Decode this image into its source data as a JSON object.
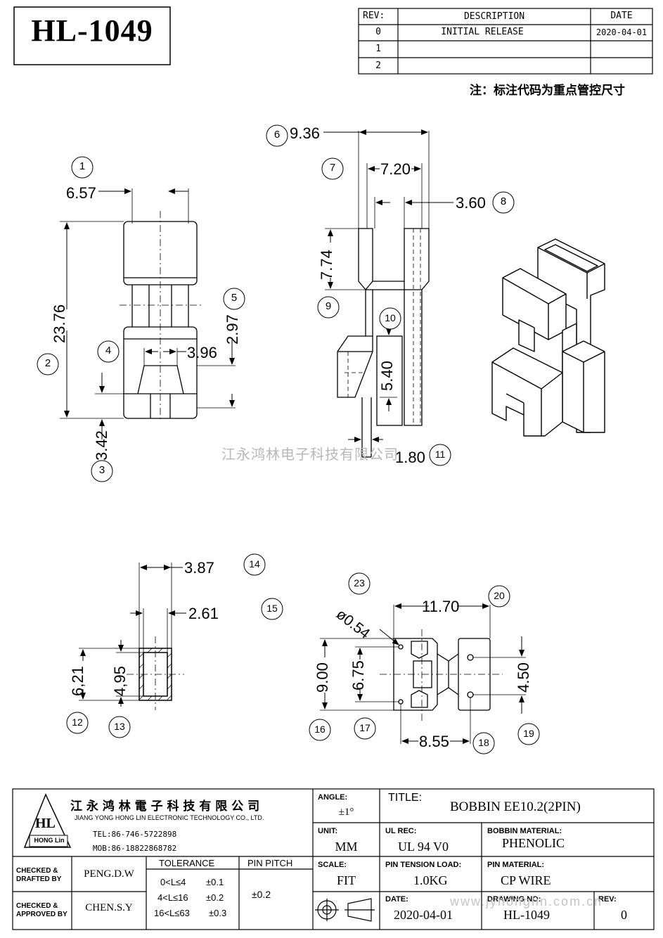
{
  "part_number": "HL-1049",
  "revision_table": {
    "headers": {
      "rev": "REV:",
      "description": "DESCRIPTION",
      "date": "DATE"
    },
    "rows": [
      {
        "rev": "0",
        "description": "INITIAL RELEASE",
        "date": "2020-04-01"
      },
      {
        "rev": "1",
        "description": "",
        "date": ""
      },
      {
        "rev": "2",
        "description": "",
        "date": ""
      }
    ]
  },
  "note": "注：标注代码为重点管控尺寸",
  "watermark_company": "江永鸿林电子科技有限公司",
  "watermark_url": "www.jyhonglin.com.cn",
  "dimensions": {
    "d1": "6.57",
    "d2": "23.76",
    "d3": "3.42",
    "d5": "2.97",
    "d4": "3.96",
    "d6": "9.36",
    "d7": "7.20",
    "d8": "3.60",
    "d9": "7.74",
    "d10": "5.40",
    "d11": "1.80",
    "d14": "3.87",
    "d15": "2.61",
    "d12": "6,21",
    "d13": "4,95",
    "d23": "ø0.54",
    "d20": "11.70",
    "d16": "9.00",
    "d17": "6.75",
    "d19": "4.50",
    "d18": "8.55"
  },
  "balloons": {
    "b1": "1",
    "b2": "2",
    "b3": "3",
    "b4": "4",
    "b5": "5",
    "b6": "6",
    "b7": "7",
    "b8": "8",
    "b9": "9",
    "b10": "10",
    "b11": "11",
    "b12": "12",
    "b13": "13",
    "b14": "14",
    "b15": "15",
    "b16": "16",
    "b17": "17",
    "b18": "18",
    "b19": "19",
    "b20": "20",
    "b23": "23"
  },
  "title_block": {
    "company_cn": "江 永 鸿 林 電 子 科 技 有 限 公 司",
    "company_en": "JIANG YONG HONG LIN ELECTRONIC TECHNOLOGY CO., LTD.",
    "logo_text": "HL",
    "logo_sub": "HONG Lin",
    "tel": "TEL:86-746-5722898",
    "mob": "MOB:86-18822868782",
    "angle_label": "ANGLE:",
    "angle_value": "±1°",
    "title_label": "TITLE:",
    "title_value": "BOBBIN EE10.2(2PIN)",
    "unit_label": "UNIT:",
    "unit_value": "MM",
    "ul_label": "UL REC:",
    "ul_value": "UL 94 V0",
    "bobbin_material_label": "BOBBIN MATERIAL:",
    "bobbin_material_value": "PHENOLIC",
    "scale_label": "SCALE:",
    "scale_value": "FIT",
    "pin_tension_label": "PIN TENSION LOAD:",
    "pin_tension_value": "1.0KG",
    "pin_material_label": "PIN MATERIAL:",
    "pin_material_value": "CP WIRE",
    "date_label": "DATE:",
    "date_value": "2020-04-01",
    "drawing_no_label": "DRAWING NO:",
    "drawing_no_value": "HL-1049",
    "rev_label": "REV:",
    "rev_value": "0",
    "checked_drafted_label_1": "CHECKED &",
    "checked_drafted_label_2": "DRAFTED BY",
    "checked_drafted_value": "PENG.D.W",
    "checked_approved_label_1": "CHECKED &",
    "checked_approved_label_2": "APPROVED BY",
    "checked_approved_value": "CHEN.S.Y",
    "tolerance_label": "TOLERANCE",
    "tolerance_rows": [
      {
        "range": "0<L≤4",
        "tol": "±0.1"
      },
      {
        "range": "4<L≤16",
        "tol": "±0.2"
      },
      {
        "range": "16<L≤63",
        "tol": "±0.3"
      }
    ],
    "pin_pitch_label": "PIN PITCH",
    "pin_pitch_value": "±0.2"
  }
}
